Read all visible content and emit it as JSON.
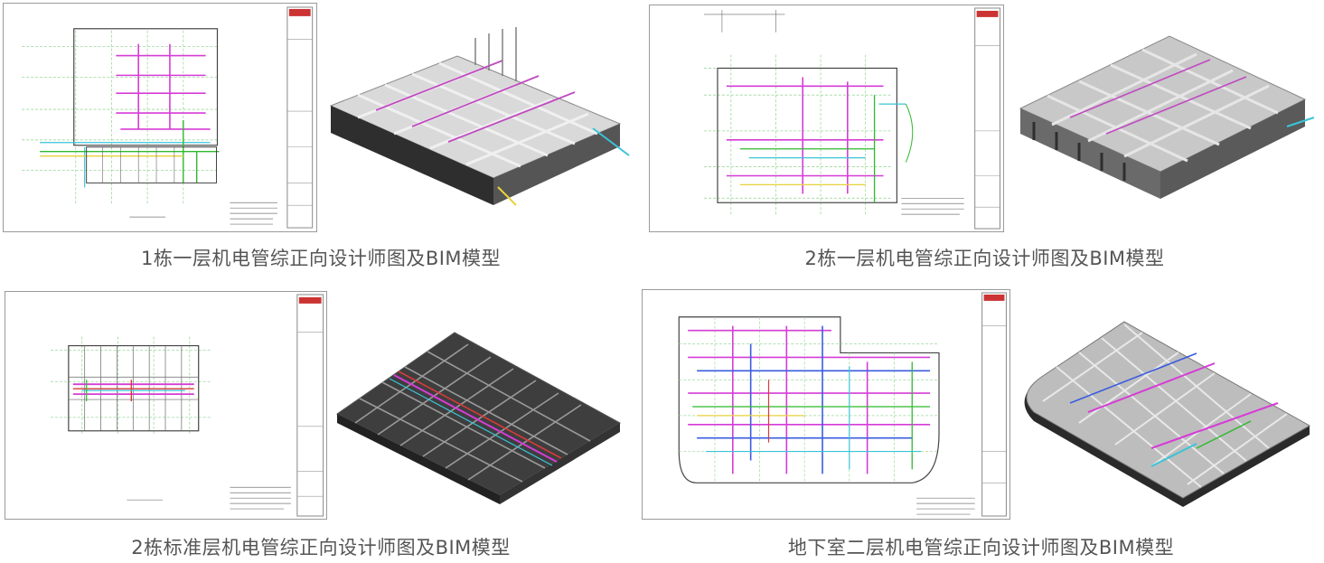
{
  "panels": [
    {
      "id": "p1",
      "caption": "1栋一层机电管综正向设计师图及BIM模型"
    },
    {
      "id": "p2",
      "caption": "2栋一层机电管综正向设计师图及BIM模型"
    },
    {
      "id": "p3",
      "caption": "2栋标准层机电管综正向设计师图及BIM模型"
    },
    {
      "id": "p4",
      "caption": "地下室二层机电管综正向设计师图及BIM模型"
    }
  ],
  "colors": {
    "line": "#555555",
    "magenta": "#d63bd6",
    "green": "#2fb82f",
    "cyan": "#39c4d8",
    "blue": "#3a5be0",
    "yellow": "#e8d23a",
    "red": "#d83a3a",
    "caption": "#555555"
  }
}
